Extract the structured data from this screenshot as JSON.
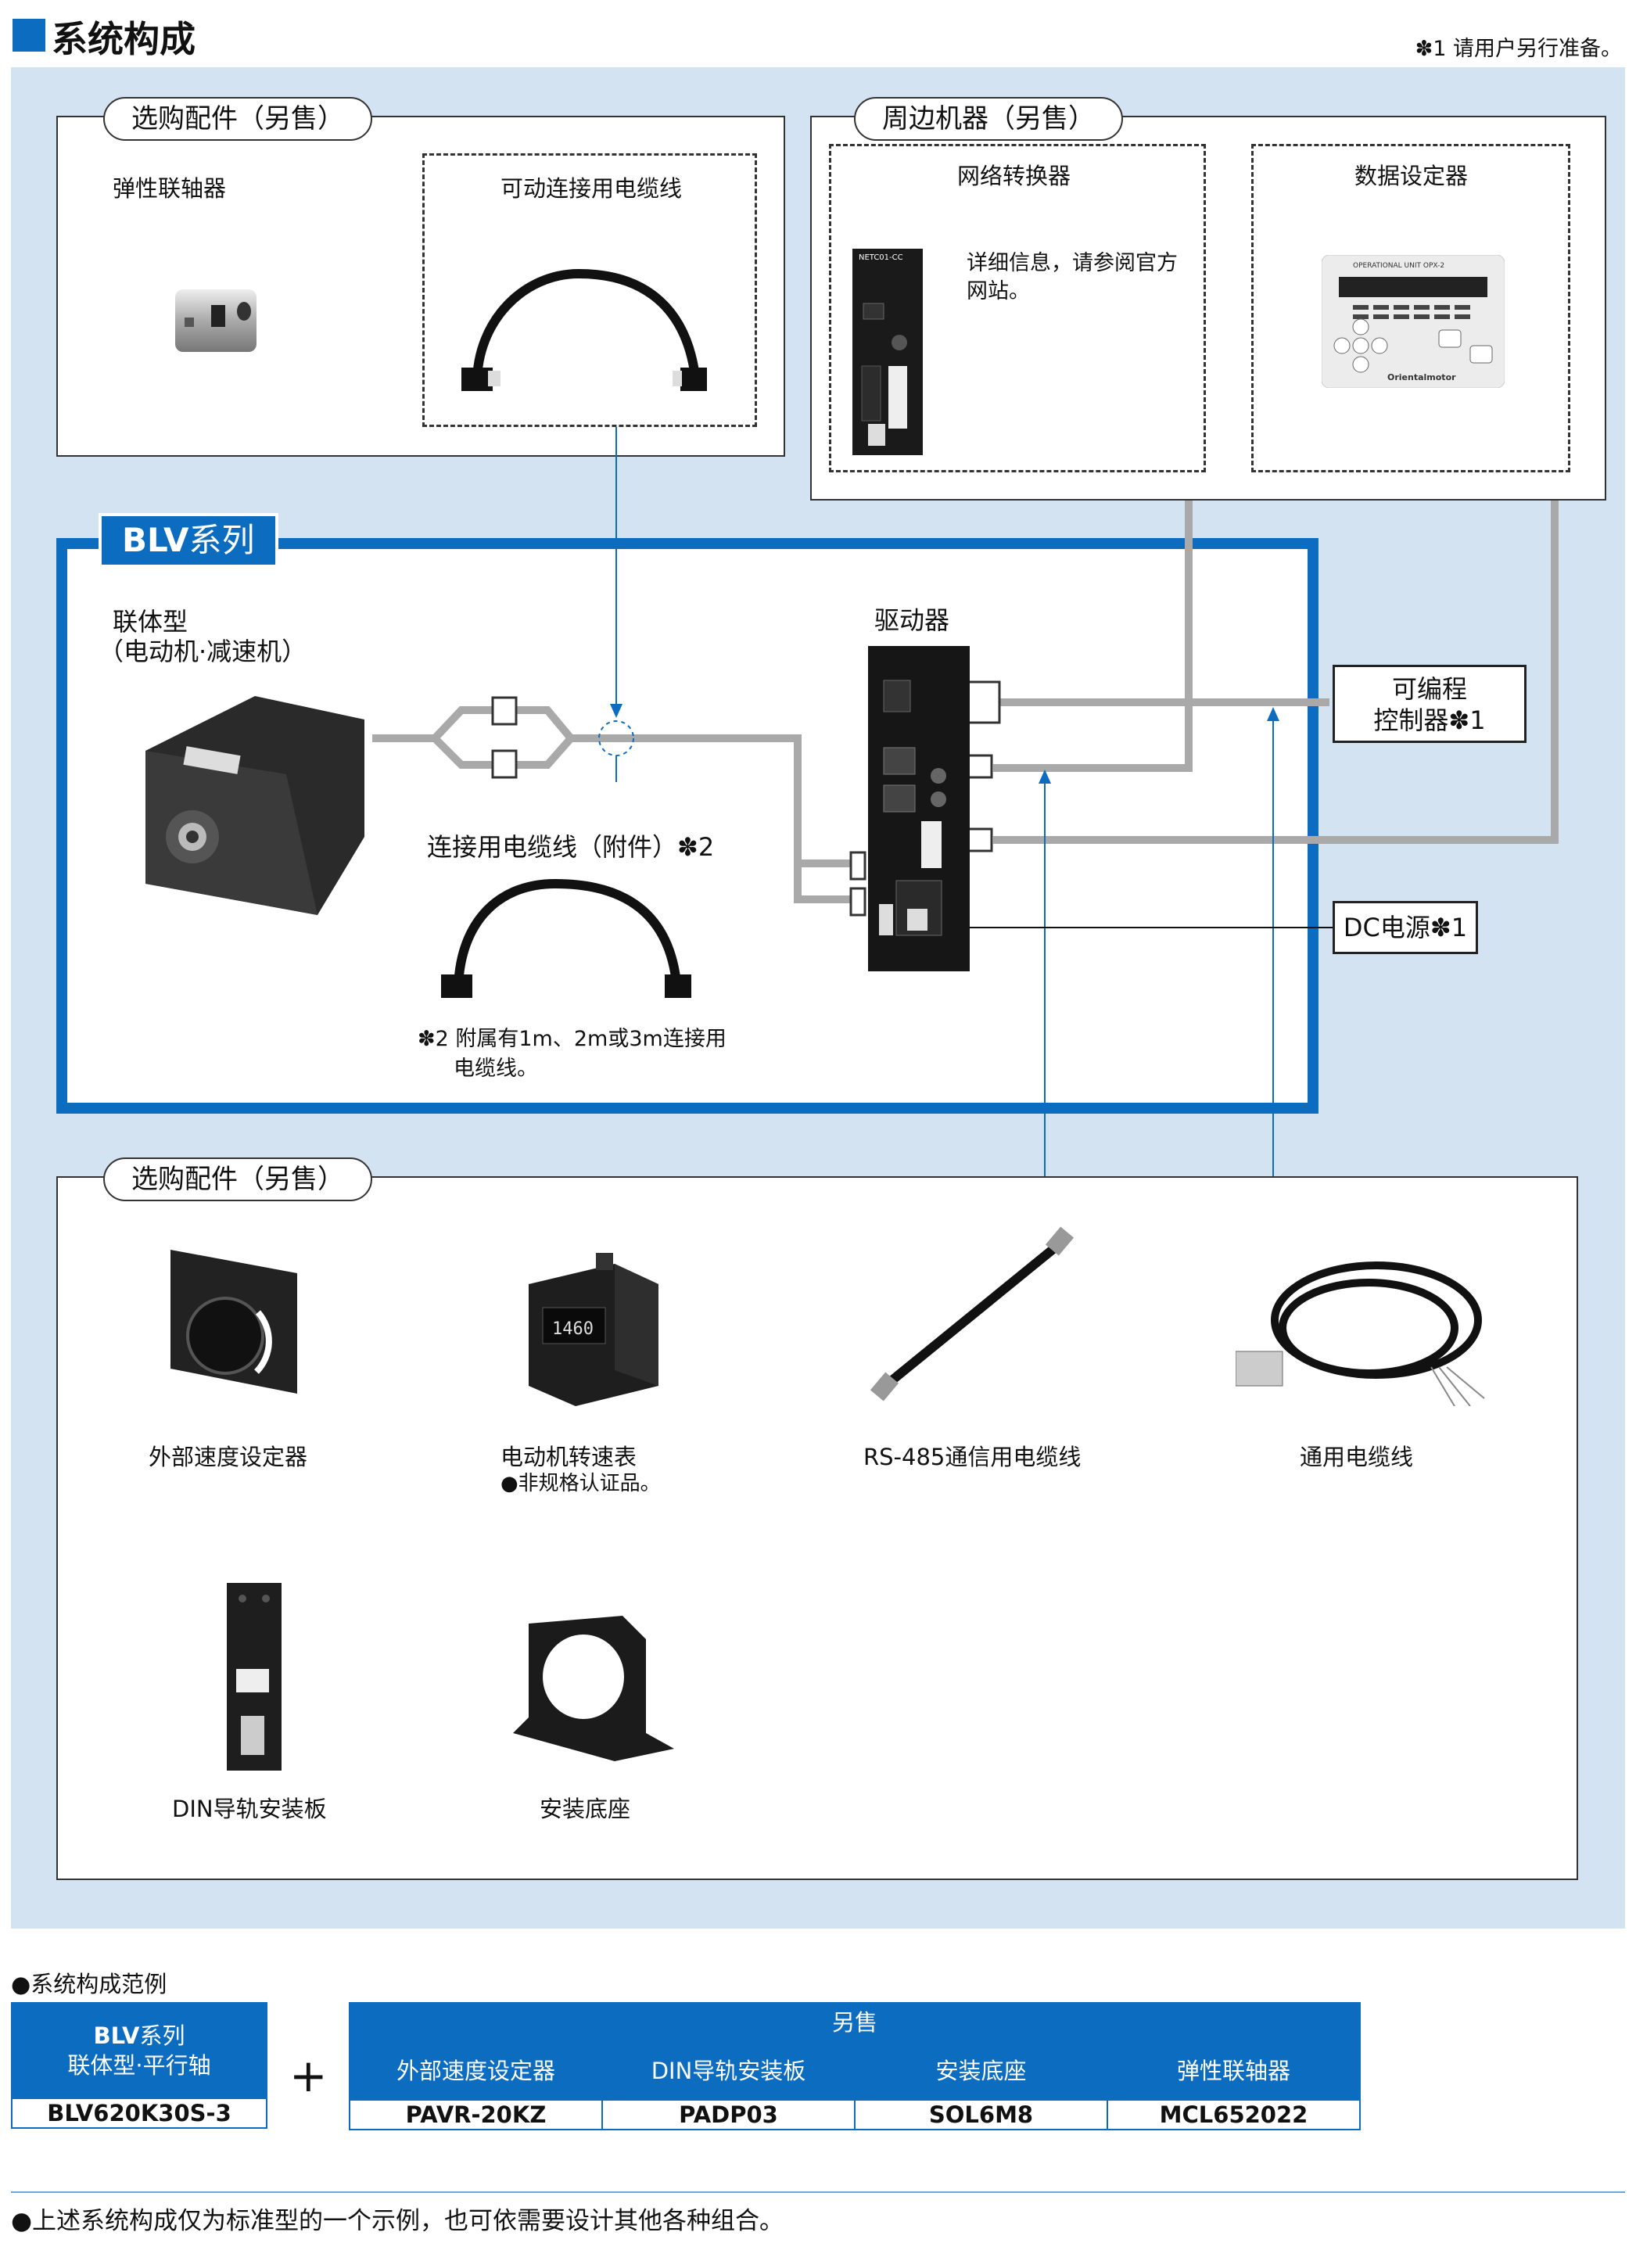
{
  "title": "系统构成",
  "note_user_prepare": "✽1 请用户另行准备。",
  "top_options": {
    "pill": "选购配件（另售）",
    "coupling": "弹性联轴器",
    "flex_cable": "可动连接用电缆线"
  },
  "peripherals": {
    "pill": "周边机器（另售）",
    "network": "网络转换器",
    "network_desc_line1": "详细信息，请参阅官方",
    "network_desc_line2": "网站。",
    "network_model": "NETC01-CC",
    "data_setter": "数据设定器",
    "opx_label": "OPERATIONAL UNIT  OPX-2",
    "brand": "Orientalmotor"
  },
  "blv": {
    "tab_prefix": "BLV",
    "tab_suffix": "系列",
    "motor_title_line1": "联体型",
    "motor_title_line2": "（电动机·减速机）",
    "driver": "驱动器",
    "cable_label": "连接用电缆线（附件）✽2",
    "footnote_line1": "✽2 附属有1m、2m或3m连接用",
    "footnote_line2": "电缆线。",
    "plc_line1": "可编程",
    "plc_line2": "控制器✽1",
    "dc": "DC电源✽1"
  },
  "bottom_options": {
    "pill": "选购配件（另售）",
    "items": [
      {
        "label": "外部速度设定器"
      },
      {
        "label": "电动机转速表",
        "sub": "●非规格认证品。"
      },
      {
        "label": "RS-485通信用电缆线"
      },
      {
        "label": "通用电缆线"
      },
      {
        "label": "DIN导轨安装板"
      },
      {
        "label": "安装底座"
      }
    ]
  },
  "example": {
    "heading": "●系统构成范例",
    "left_line1_prefix": "BLV",
    "left_line1_suffix": "系列",
    "left_line2": "联体型·平行轴",
    "left_model": "BLV620K30S-3",
    "plus": "+",
    "sold_separately": "另售",
    "columns": [
      "外部速度设定器",
      "DIN导轨安装板",
      "安装底座",
      "弹性联轴器"
    ],
    "models": [
      "PAVR-20KZ",
      "PADP03",
      "SOL6M8",
      "MCL652022"
    ]
  },
  "footer_note": "●上述系统构成仅为标准型的一个示例，也可依需要设计其他各种组合。",
  "colors": {
    "brand_blue": "#0b6cc0",
    "panel_bg": "#d3e3f2"
  }
}
